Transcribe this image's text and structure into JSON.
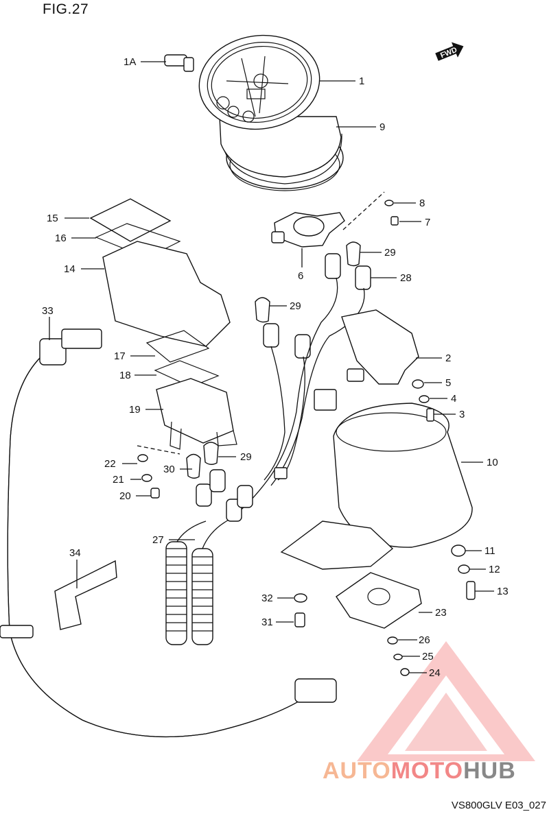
{
  "figure": {
    "title": "FIG.27",
    "caption": "VS800GLV E03_027"
  },
  "direction_badge": "FWD",
  "watermark": {
    "part1": "AUTO",
    "part2": "MOTO",
    "part3": "HUB",
    "color_primary": "#f4a67a",
    "color_secondary": "#f06a6a",
    "color_tertiary": "#6b6b6b"
  },
  "callouts": {
    "c1A": "1A",
    "c1": "1",
    "c9": "9",
    "c8": "8",
    "c7": "7",
    "c15": "15",
    "c16": "16",
    "c14": "14",
    "c6": "6",
    "c29a": "29",
    "c28": "28",
    "c29b": "29",
    "c33": "33",
    "c17": "17",
    "c2": "2",
    "c18": "18",
    "c5": "5",
    "c4": "4",
    "c3": "3",
    "c19": "19",
    "c10": "10",
    "c22": "22",
    "c29c": "29",
    "c30": "30",
    "c21": "21",
    "c20": "20",
    "c27": "27",
    "c11": "11",
    "c34": "34",
    "c12": "12",
    "c13": "13",
    "c32": "32",
    "c23": "23",
    "c31": "31",
    "c26": "26",
    "c25": "25",
    "c24": "24"
  }
}
